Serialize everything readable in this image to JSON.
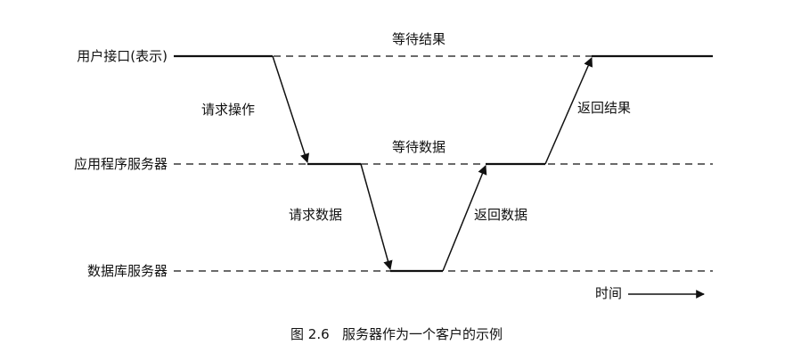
{
  "diagram": {
    "lanes": {
      "user_interface": "用户接口(表示)",
      "app_server": "应用程序服务器",
      "db_server": "数据库服务器"
    },
    "annotations": {
      "wait_result": "等待结果",
      "request_operation": "请求操作",
      "return_result": "返回结果",
      "wait_data": "等待数据",
      "request_data": "请求数据",
      "return_data": "返回数据"
    },
    "time_label": "时间",
    "caption": "图 2.6   服务器作为一个客户的示例"
  },
  "colors": {
    "ink": "#111111",
    "background": "#ffffff"
  }
}
